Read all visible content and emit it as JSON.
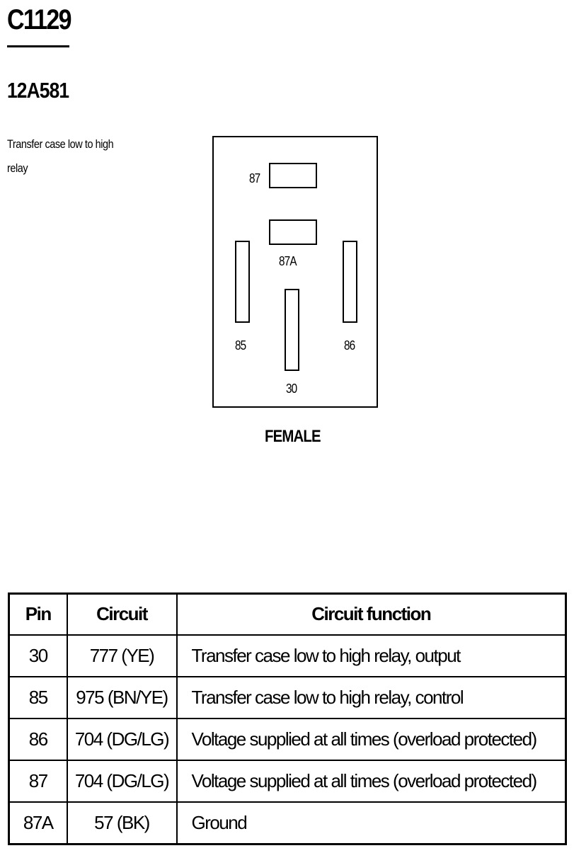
{
  "header": {
    "connector_id": "C1129",
    "part_number": "12A581",
    "description": "Transfer case low to high relay"
  },
  "diagram": {
    "gender": "FEMALE",
    "terminal_labels": {
      "t87": "87",
      "t87a": "87A",
      "t85": "85",
      "t86": "86",
      "t30": "30"
    }
  },
  "table": {
    "columns": [
      "Pin",
      "Circuit",
      "Circuit function"
    ],
    "rows": [
      {
        "pin": "30",
        "circuit": "777 (YE)",
        "function": "Transfer case low to high relay, output"
      },
      {
        "pin": "85",
        "circuit": "975 (BN/YE)",
        "function": "Transfer case low to high relay, control"
      },
      {
        "pin": "86",
        "circuit": "704 (DG/LG)",
        "function": "Voltage supplied at all times (overload protected)"
      },
      {
        "pin": "87",
        "circuit": "704 (DG/LG)",
        "function": "Voltage supplied at all times (overload protected)"
      },
      {
        "pin": "87A",
        "circuit": "57 (BK)",
        "function": "Ground"
      }
    ]
  }
}
